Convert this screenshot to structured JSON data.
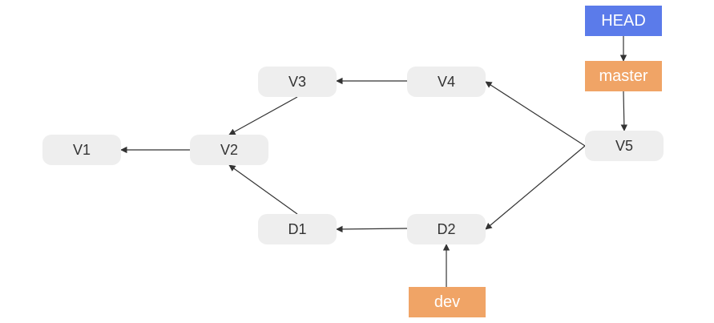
{
  "nodes": {
    "v1": "V1",
    "v2": "V2",
    "v3": "V3",
    "v4": "V4",
    "v5": "V5",
    "d1": "D1",
    "d2": "D2"
  },
  "refs": {
    "head": {
      "label": "HEAD",
      "color": "#5b7bea"
    },
    "master": {
      "label": "master",
      "color": "#f0a466"
    },
    "dev": {
      "label": "dev",
      "color": "#f0a466"
    }
  },
  "edges": [
    {
      "from": "V2",
      "to": "V1"
    },
    {
      "from": "V3",
      "to": "V2"
    },
    {
      "from": "D1",
      "to": "V2"
    },
    {
      "from": "V4",
      "to": "V3"
    },
    {
      "from": "D2",
      "to": "D1"
    },
    {
      "from": "V5",
      "to": "V4"
    },
    {
      "from": "V5",
      "to": "D2"
    },
    {
      "from": "HEAD",
      "to": "master"
    },
    {
      "from": "master",
      "to": "V5"
    },
    {
      "from": "dev",
      "to": "D2"
    }
  ],
  "colors": {
    "node_fill": "#eeeeee",
    "node_text": "#333333",
    "edge": "#333333"
  }
}
